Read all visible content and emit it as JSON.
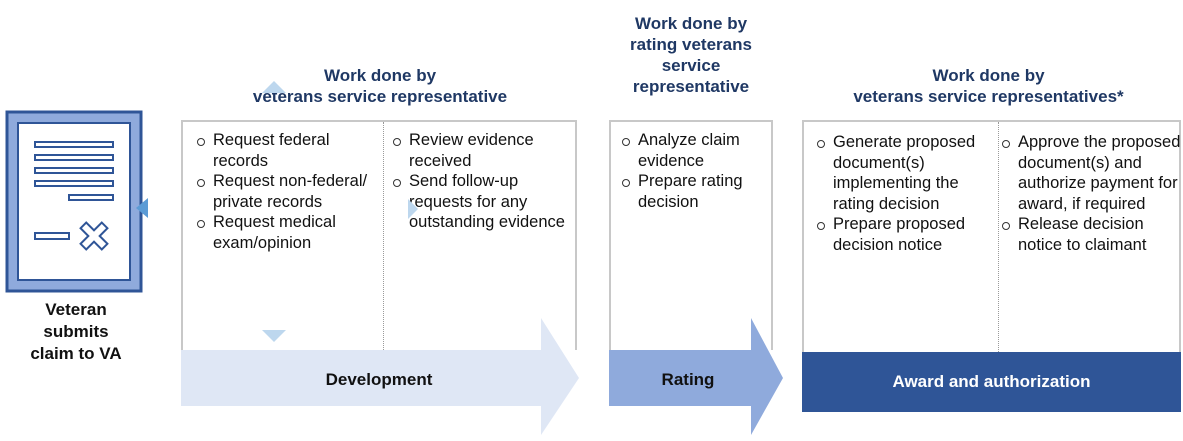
{
  "veteran": {
    "label_lines": [
      "Veteran",
      "submits",
      "claim to VA"
    ]
  },
  "development": {
    "heading_lines": [
      "Work done by",
      "veterans service representative"
    ],
    "col1": [
      "Request federal records",
      "Request non-federal/ private records",
      "Request medical exam/opinion"
    ],
    "col2": [
      "Review evidence received",
      "Send follow-up requests for any outstanding evidence"
    ],
    "arrow_label": "Development",
    "color": "#dfe7f5"
  },
  "rating": {
    "heading_lines": [
      "Work done by",
      "rating veterans",
      "service",
      "representative"
    ],
    "col1": [
      "Analyze claim evidence",
      "Prepare rating decision"
    ],
    "arrow_label": "Rating",
    "color": "#8faadc"
  },
  "award": {
    "heading_lines": [
      "Work done by",
      "veterans service representatives*"
    ],
    "col1": [
      "Generate proposed document(s) implementing the rating decision",
      "Prepare proposed decision notice"
    ],
    "col2": [
      "Approve the proposed document(s) and authorize payment for award, if required",
      "Release decision notice to claimant"
    ],
    "arrow_label": "Award and authorization",
    "color": "#2f5597"
  },
  "heading_color": "#1f3864",
  "accent_light": "#bdd7ee"
}
